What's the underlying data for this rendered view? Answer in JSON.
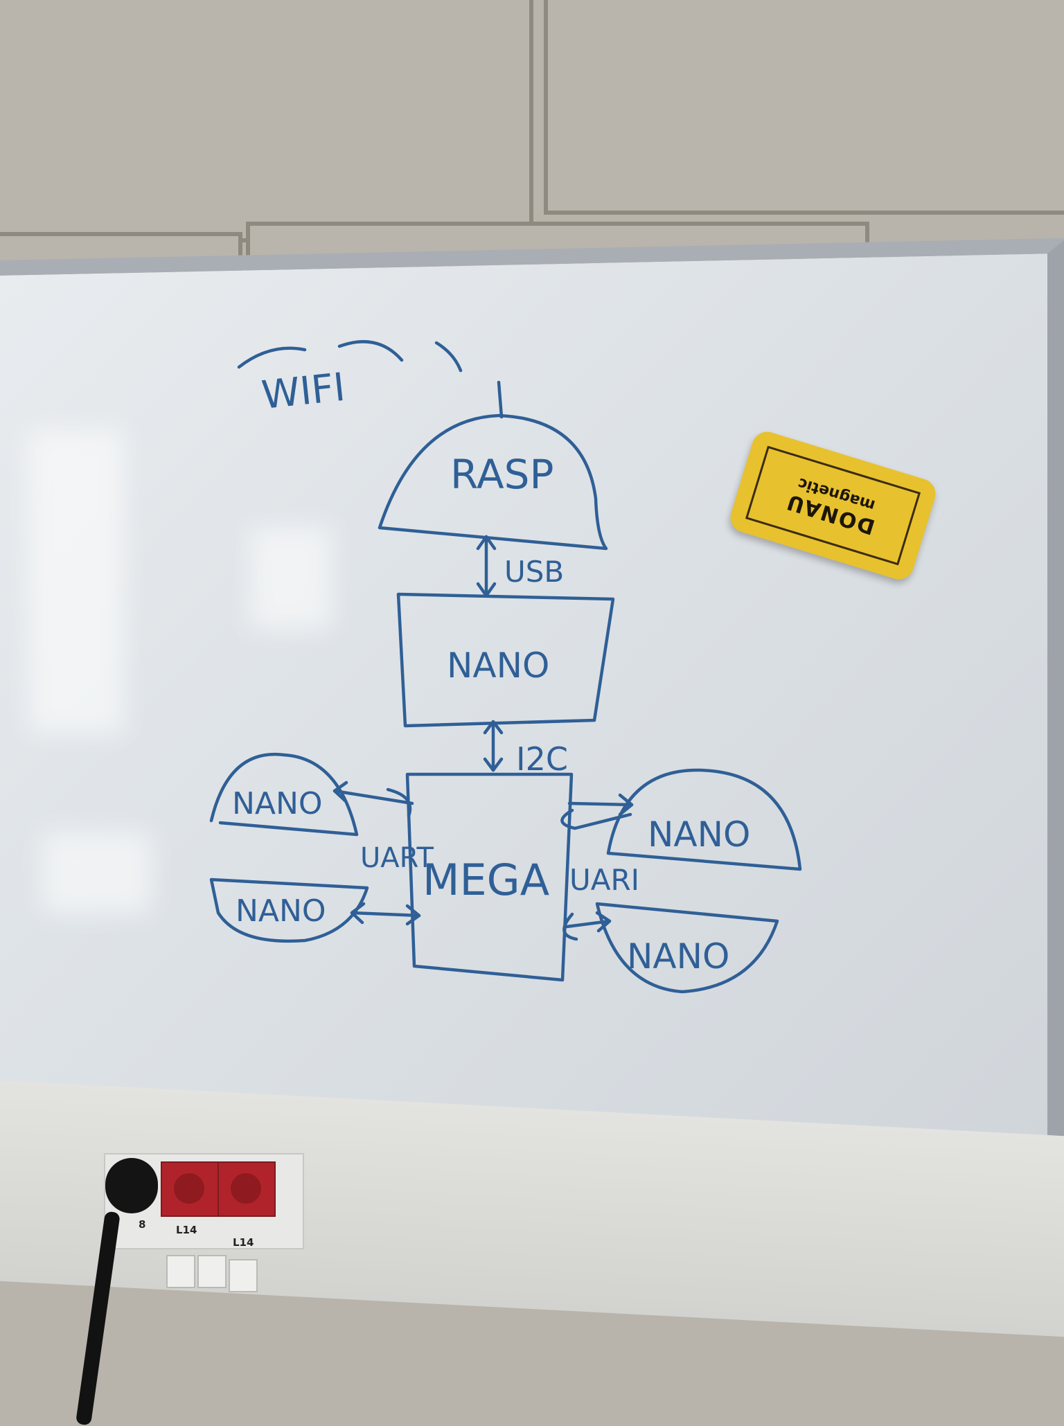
{
  "scene": {
    "description_labels": {
      "wifi": "WIFI",
      "rasp": "RASP",
      "usb": "USB",
      "nano_top": "NANO",
      "i2c": "I2C",
      "mega": "MEGA",
      "uart_left": "UART",
      "uart_right": "UARI",
      "nano_left_top": "NANO",
      "nano_left_bottom": "NANO",
      "nano_right_top": "NANO",
      "nano_right_bottom": "NANO"
    },
    "eraser": {
      "brand": "DONAU",
      "type": "magnetic"
    },
    "outlets": {
      "label_1": "L14",
      "label_2": "L14",
      "side_label": "8"
    },
    "colors": {
      "marker": "#2f5f96",
      "eraser": "#e8c12e",
      "socket": "#b1232a"
    }
  }
}
